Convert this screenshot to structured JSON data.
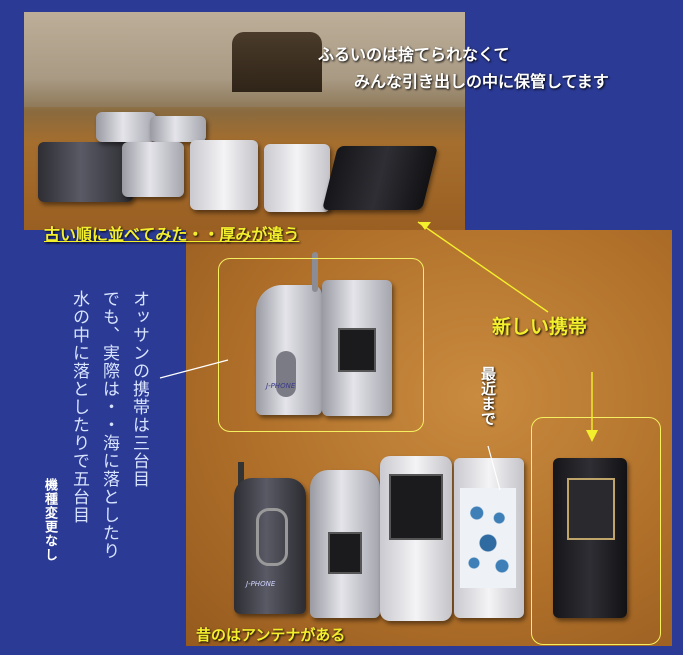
{
  "captions": {
    "top_line1": "ふるいのは捨てられなくて",
    "top_line2": "みんな引き出しの中に保管してます",
    "order": "古い順に並べてみた・・厚みが違う",
    "newest": "新しい携帯",
    "recent": "最近まで",
    "antenna": "昔のはアンテナがある",
    "col1": "オッサンの携帯は三台目",
    "col2": "でも、実際は・・海に落としたり",
    "col3": "水の中に落としたりで五台目",
    "no_change": "機種変更なし"
  },
  "phone_labels": {
    "j_phone": "J-PHONE"
  },
  "colors": {
    "background": "#2b3a94",
    "caption_yellow": "#f4ef2c",
    "box_outline": "#f5f060"
  }
}
